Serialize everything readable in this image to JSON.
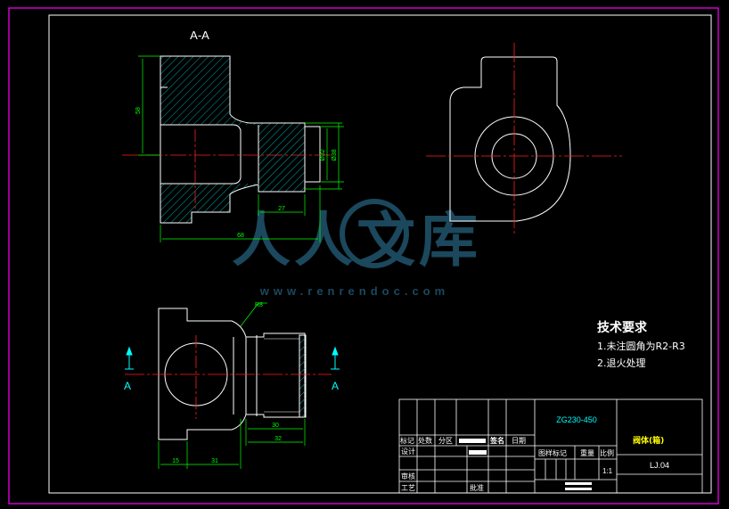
{
  "section_label": "A-A",
  "cut_markers": {
    "left": "A",
    "right": "A"
  },
  "dimensions": {
    "height_left": "58",
    "inner_dia": "Ø32",
    "outer_dia": "Ø38",
    "boss_len": "27",
    "total_len": "68",
    "fillet": "R8",
    "bottom_30": "30",
    "bottom_32": "32",
    "bottom_15": "15",
    "bottom_31": "31"
  },
  "tech": {
    "title": "技术要求",
    "line1": "1.未注圆角为R2-R3",
    "line2": "2.退火处理"
  },
  "title_block": {
    "material": "ZG230-450",
    "part_name": "阀体(箱)",
    "drawing_no": "LJ.04",
    "scale": "1:1",
    "h_mark": "标记",
    "h_count": "处数",
    "h_zone": "分区",
    "h_sign": "签名",
    "h_date": "日期",
    "h_design": "设计",
    "h_review": "审核",
    "h_process": "工艺",
    "h_approve": "批准",
    "h_stage": "图样标记",
    "h_weight": "重量",
    "h_ratio": "比例"
  },
  "watermark": {
    "text": "人人文库",
    "url": "www.renrendoc.com"
  },
  "colors": {
    "frame": "#ff00ff",
    "line": "#ffffff",
    "center": "#ff2020",
    "dim": "#00ff00",
    "hatch": "#00cccc",
    "material_text": "#00ffff",
    "part_text": "#ffff00",
    "watermark": "#1f5068"
  }
}
